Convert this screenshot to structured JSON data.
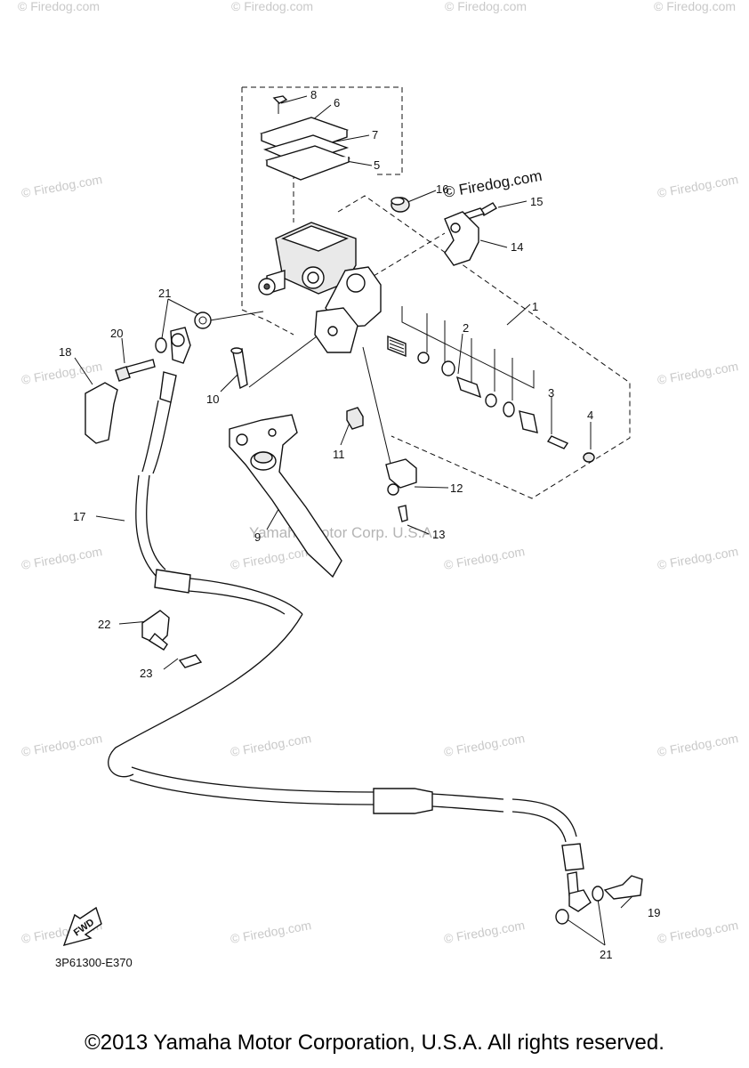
{
  "watermark": {
    "site": "© Firedog.com",
    "header": "© Firedog.com",
    "corp": "Yamaha Motor Corp. U.S.A."
  },
  "callouts": {
    "c1": "1",
    "c2": "2",
    "c3": "3",
    "c4": "4",
    "c5": "5",
    "c6": "6",
    "c7": "7",
    "c8": "8",
    "c9": "9",
    "c10": "10",
    "c11": "11",
    "c12": "12",
    "c13": "13",
    "c14": "14",
    "c15": "15",
    "c16": "16",
    "c17": "17",
    "c18": "18",
    "c19": "19",
    "c20": "20",
    "c21a": "21",
    "c21b": "21",
    "c22": "22",
    "c23": "23"
  },
  "fwd_label": "FWD",
  "diagram_code": "3P61300-E370",
  "copyright": "©2013 Yamaha Motor Corporation, U.S.A. All rights reserved."
}
